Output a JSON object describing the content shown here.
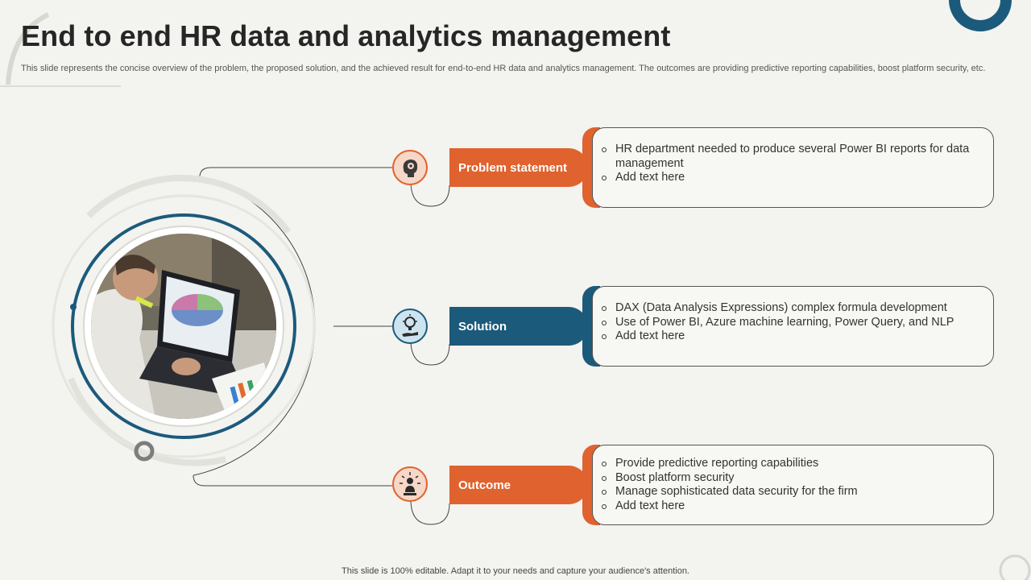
{
  "header": {
    "title": "End to end HR data and analytics management",
    "description": "This slide represents the concise overview of the problem, the proposed solution, and the achieved result for end-to-end HR data and analytics management. The outcomes are providing predictive reporting capabilities, boost platform security, etc."
  },
  "colors": {
    "orange": "#e0622e",
    "blue": "#1c5a7c",
    "light_orange": "#f6d7c8",
    "light_blue": "#cde4f0"
  },
  "sections": [
    {
      "label": "Problem statement",
      "icon": "brain-gear-icon",
      "bullets": [
        "HR department needed to produce several Power BI reports for data management",
        "Add text here"
      ]
    },
    {
      "label": "Solution",
      "icon": "lightbulb-hand-icon",
      "bullets": [
        "DAX (Data Analysis Expressions) complex formula development",
        "Use of Power BI, Azure machine learning, Power Query, and NLP",
        "Add text here"
      ]
    },
    {
      "label": "Outcome",
      "icon": "achievement-person-icon",
      "bullets": [
        "Provide predictive reporting capabilities",
        "Boost platform security",
        "Manage sophisticated data security for the firm",
        "Add text here"
      ]
    }
  ],
  "footer": {
    "text": "This slide is 100% editable. Adapt it to your needs and capture your audience's attention."
  }
}
